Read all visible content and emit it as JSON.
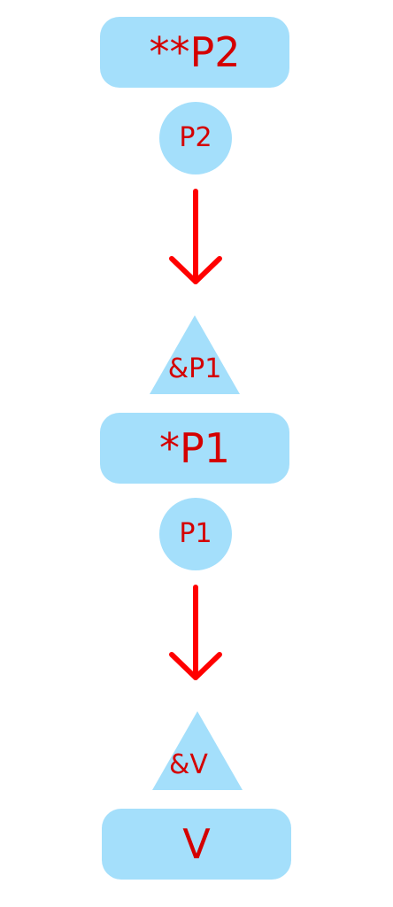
{
  "colors": {
    "node_fill": "#a4dffb",
    "label_text": "#d40000",
    "arrow": "#ff0000"
  },
  "nodes": {
    "deref_p2_label": "**P2",
    "p2_circle_label": "P2",
    "addr_p1_label": "&P1",
    "deref_p1_label": "*P1",
    "p1_circle_label": "P1",
    "addr_v_label": "&V",
    "v_label": "V"
  },
  "arrows": [
    {
      "from": "P2",
      "to": "&P1",
      "icon": "arrow-down-icon"
    },
    {
      "from": "P1",
      "to": "&V",
      "icon": "arrow-down-icon"
    }
  ]
}
